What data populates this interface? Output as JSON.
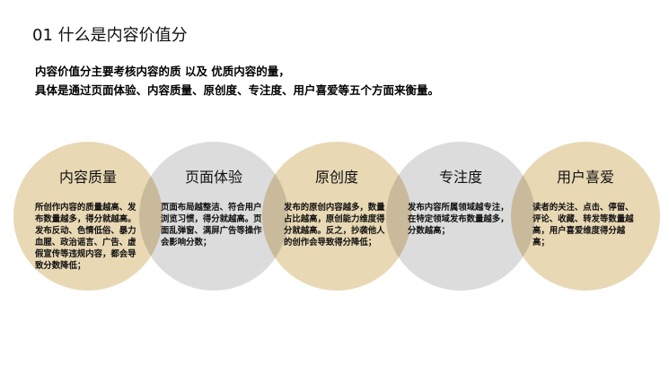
{
  "header": {
    "title": "01 什么是内容价值分"
  },
  "intro": {
    "line1": "内容价值分主要考核内容的质 以及 优质内容的量，",
    "line2": "具体是通过页面体验、内容质量、原创度、专注度、用户喜爱等五个方面来衡量。"
  },
  "colors": {
    "beige": "#E8D8B4",
    "gray": "#DCDCDC",
    "text": "#111111"
  },
  "circles": [
    {
      "heading": "内容质量",
      "body": "所创作内容的质量越高、发布数量越多，得分就越高。发布反动、色情低俗、暴力血腥、政治谣言、广告、虚假宣传等违规内容，都会导致分数降低；",
      "color": "beige"
    },
    {
      "heading": "页面体验",
      "body": "页面布局越整洁、符合用户浏览习惯，得分就越高。页面乱弹窗、满屏广告等操作会影响分数；",
      "color": "gray"
    },
    {
      "heading": "原创度",
      "body": "发布的原创内容越多，数量占比越高，原创能力维度得分就越高。反之，抄袭他人的创作会导致得分降低；",
      "color": "beige"
    },
    {
      "heading": "专注度",
      "body": "发布内容所属领域越专注，在特定领域发布数量越多，分数越高；",
      "color": "gray"
    },
    {
      "heading": "用户喜爱",
      "body": "读者的关注、点击、停留、评论、收藏、转发等数量越高，用户喜爱维度得分越高；",
      "color": "beige"
    }
  ]
}
